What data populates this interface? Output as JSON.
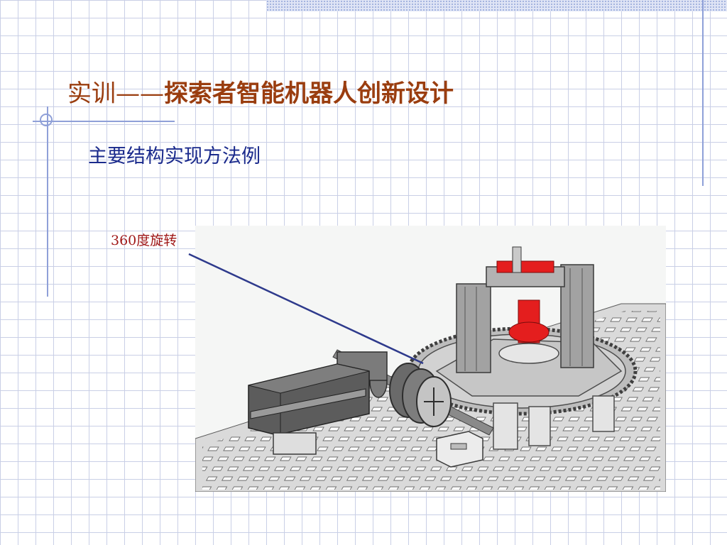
{
  "slide": {
    "title_prefix": "实训——",
    "title_main": "探索者智能机器人创新设计",
    "subtitle": "主要结构实现方法例",
    "annotation": "360度旋转"
  },
  "colors": {
    "title": "#9a3d0f",
    "subtitle": "#1a2a8c",
    "annotation": "#a01818",
    "pointer_line": "#2e3a8c",
    "grid": "#c9cfe6",
    "accent_red": "#e41e1e"
  }
}
